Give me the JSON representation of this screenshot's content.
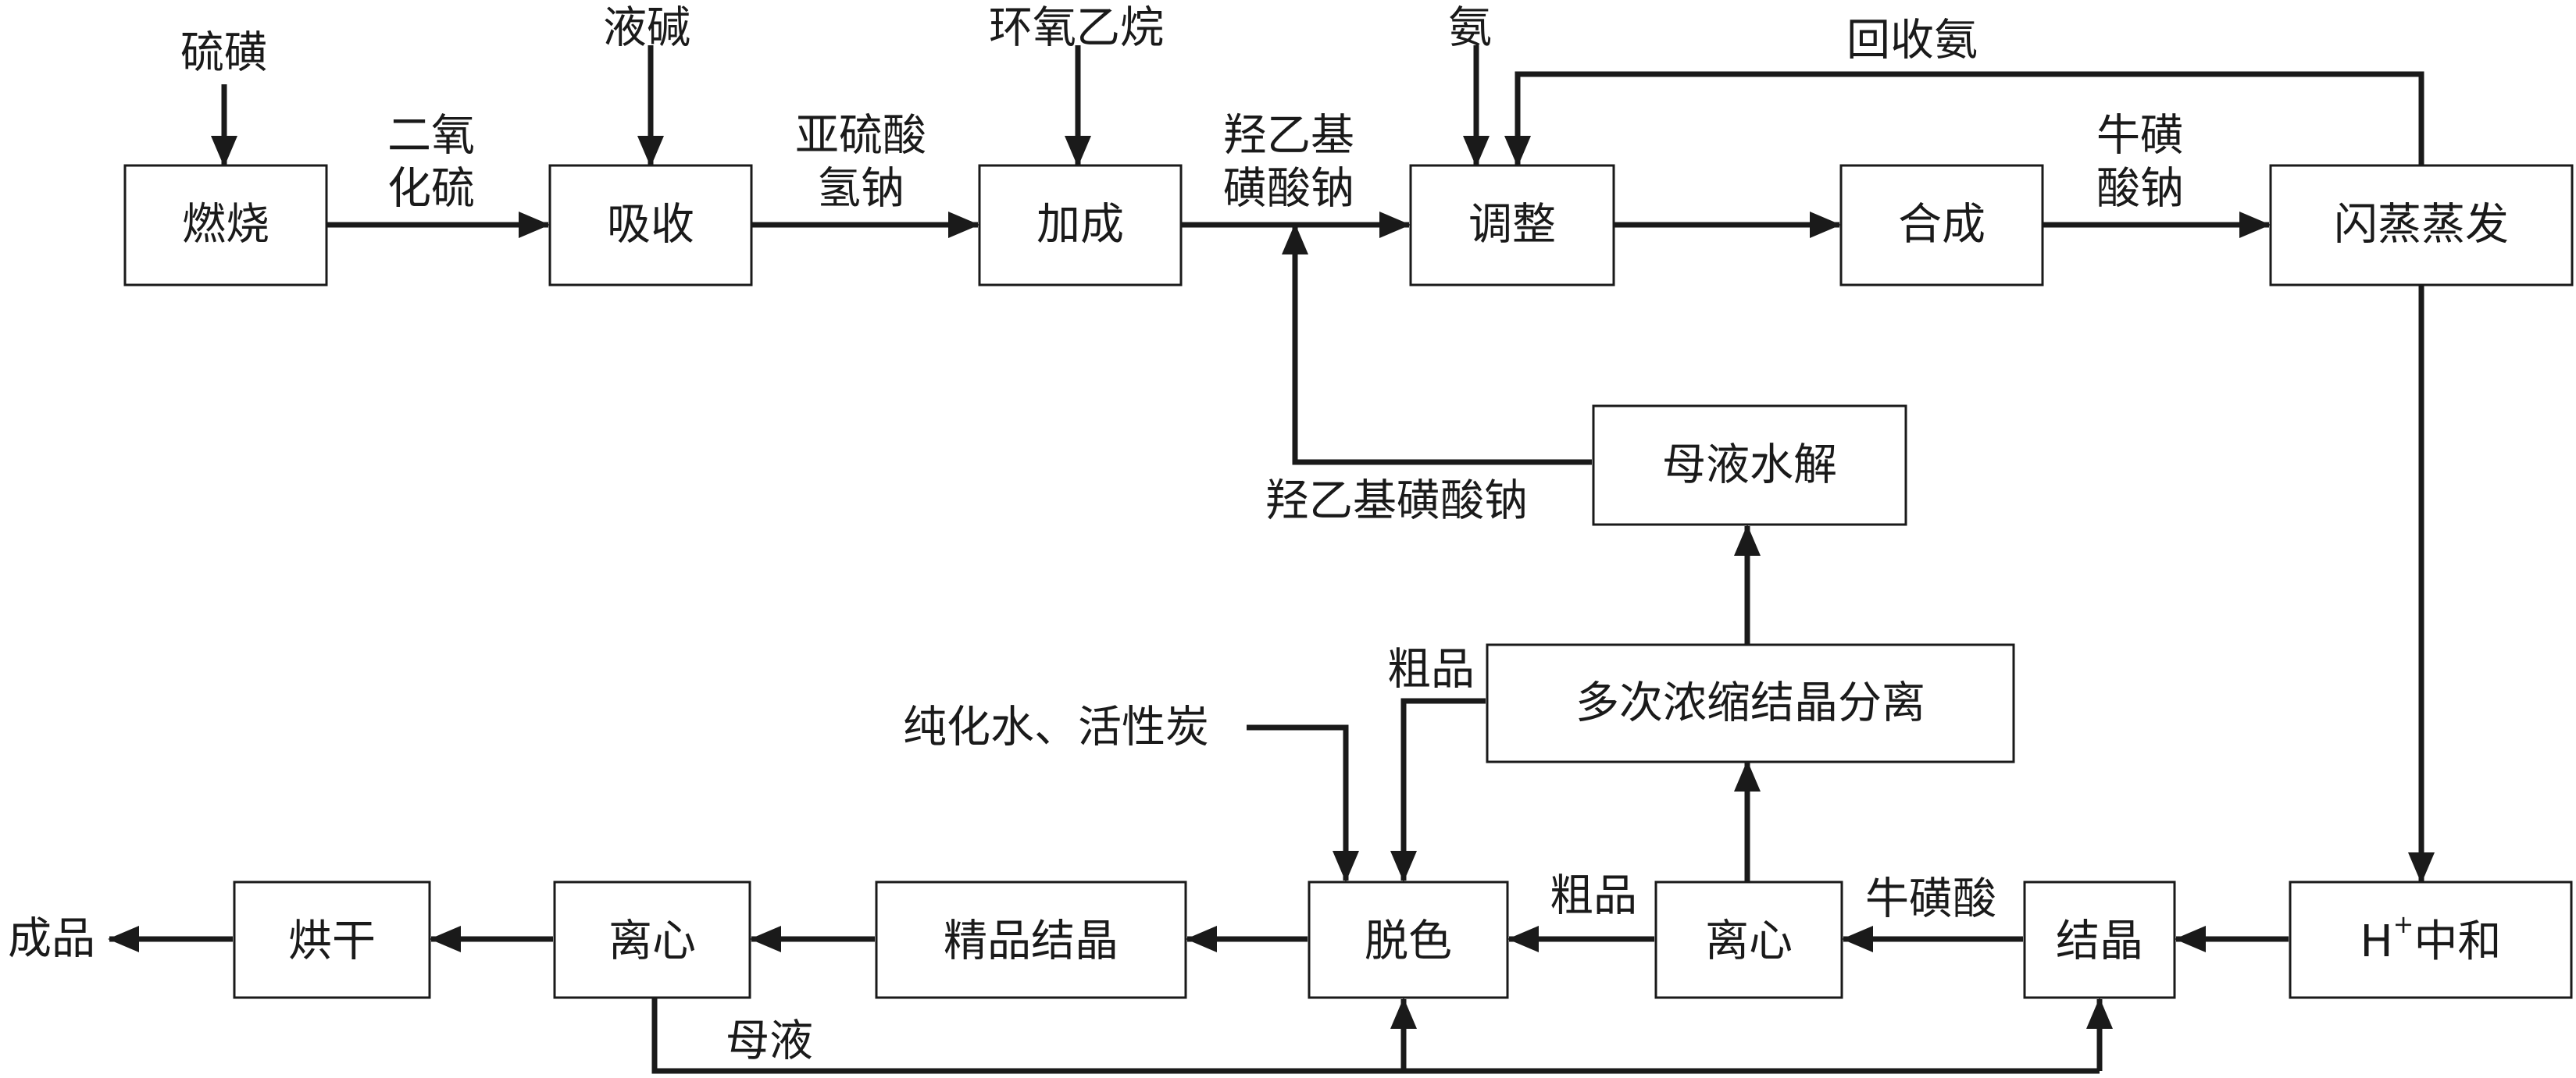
{
  "nodes": {
    "burn": "燃烧",
    "absorb": "吸收",
    "addition": "加成",
    "adjust": "调整",
    "synthesis": "合成",
    "flash": "闪蒸蒸发",
    "neutralize_h": "H",
    "neutralize_sup": "+",
    "neutralize_rest": "中和",
    "crystallize": "结晶",
    "centrifuge1": "离心",
    "decolor": "脱色",
    "refine_crystal": "精品结晶",
    "centrifuge2": "离心",
    "dry": "烘干",
    "multi_conc": "多次浓缩结晶分离",
    "hydrolysis": "母液水解"
  },
  "labels": {
    "sulfur": "硫磺",
    "caustic": "液碱",
    "ethylene_oxide": "环氧乙烷",
    "ammonia": "氨",
    "recovered_ammonia": "回收氨",
    "so2_line1": "二氧",
    "so2_line2": "化硫",
    "bisulfite_line1": "亚硫酸",
    "bisulfite_line2": "氢钠",
    "isethionate_line1": "羟乙基",
    "isethionate_line2": "磺酸钠",
    "taurate_line1": "牛磺",
    "taurate_line2": "酸钠",
    "isethionate_full": "羟乙基磺酸钠",
    "crude_upper": "粗品",
    "water_carbon": "纯化水、活性炭",
    "crude_lower": "粗品",
    "taurine": "牛磺酸",
    "mother_liquor": "母液",
    "product": "成品"
  }
}
